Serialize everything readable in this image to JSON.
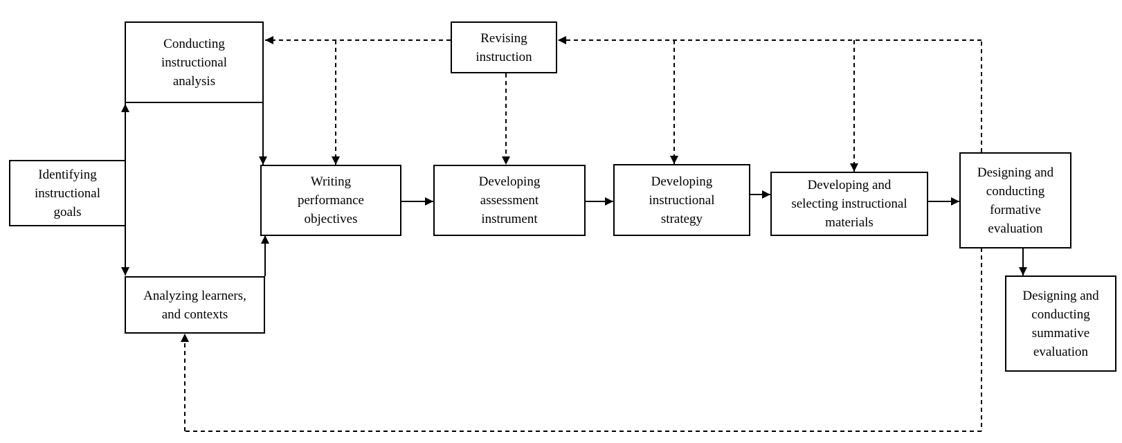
{
  "nodes": {
    "identifying_goals": "Identifying\ninstructional\ngoals",
    "instructional_analysis": "Conducting\ninstructional\nanalysis",
    "analyzing_learners": "Analyzing learners,\nand contexts",
    "performance_objectives": "Writing\nperformance\nobjectives",
    "assessment_instrument": "Developing\nassessment\ninstrument",
    "instructional_strategy": "Developing\ninstructional\nstrategy",
    "instructional_materials": "Developing and\nselecting instructional\nmaterials",
    "formative_evaluation": "Designing and\nconducting\nformative\nevaluation",
    "summative_evaluation": "Designing and\nconducting\nsummative\nevaluation",
    "revising_instruction": "Revising\ninstruction"
  }
}
